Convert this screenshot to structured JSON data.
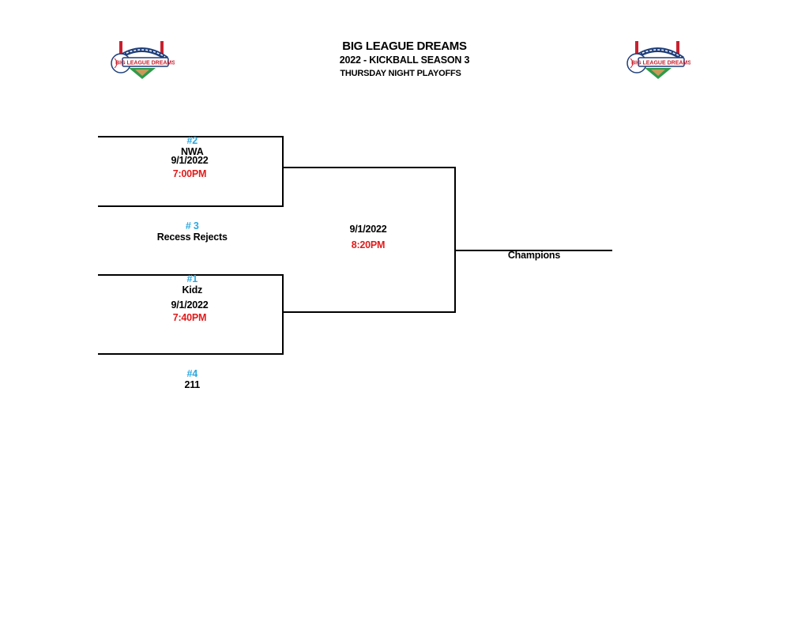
{
  "header": {
    "title": "BIG LEAGUE DREAMS",
    "subtitle": "2022 - KICKBALL SEASON 3",
    "event": "THURSDAY  NIGHT PLAYOFFS",
    "logo_left": "big-league-dreams-logo",
    "logo_right": "big-league-dreams-logo",
    "logo_text": "BIG LEAGUE DREAMS"
  },
  "colors": {
    "seed": "#29a8e0",
    "time": "#e11a1a",
    "text": "#000000"
  },
  "bracket": {
    "round1": [
      {
        "top_team": {
          "seed": "#2",
          "name": "NWA"
        },
        "bottom_team": {
          "seed": "# 3",
          "name": "Recess Rejects"
        },
        "date": "9/1/2022",
        "time": "7:00PM"
      },
      {
        "top_team": {
          "seed": "#1",
          "name": "Kidz"
        },
        "bottom_team": {
          "seed": "#4",
          "name": "211"
        },
        "date": "9/1/2022",
        "time": "7:40PM"
      }
    ],
    "final": {
      "date": "9/1/2022",
      "time": "8:20PM"
    },
    "champion_label": "Champions"
  }
}
